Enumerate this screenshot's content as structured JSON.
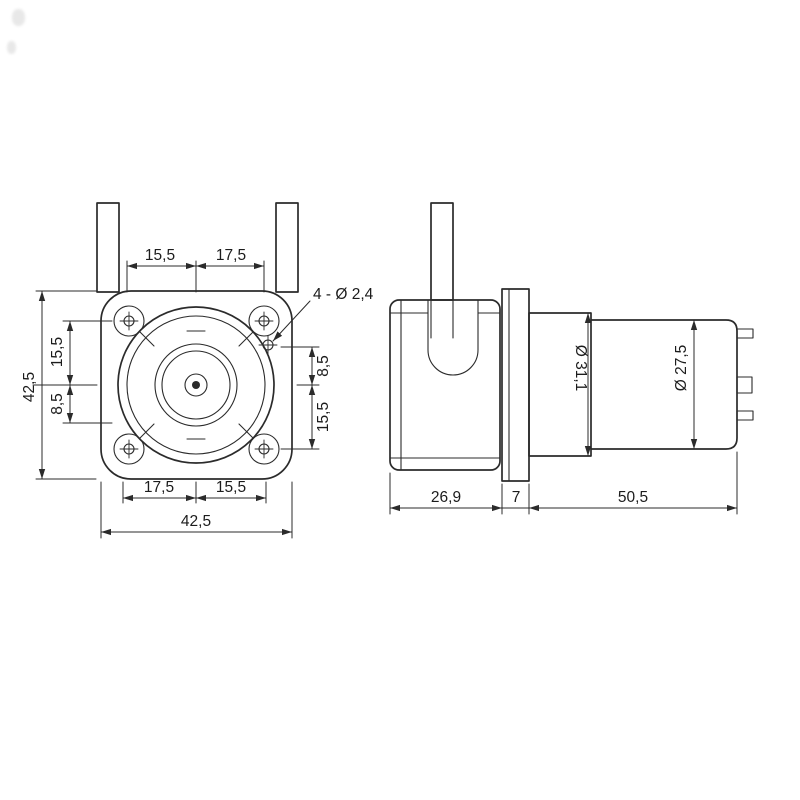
{
  "colors": {
    "line": "#2b2b2b",
    "text": "#1c1c1c",
    "background": "#ffffff"
  },
  "front_view": {
    "dim_top_left": "15,5",
    "dim_top_right": "17,5",
    "hole_callout": "4 - Ø 2,4",
    "dim_height_overall": "42,5",
    "dim_left_upper": "15,5",
    "dim_left_lower": "8,5",
    "dim_right_upper": "8,5",
    "dim_right_lower": "15,5",
    "dim_bottom_left": "17,5",
    "dim_bottom_right": "15,5",
    "dim_width_overall": "42,5"
  },
  "side_view": {
    "dim_gearbox_diameter": "Ø 31,1",
    "dim_motor_diameter": "Ø 27,5",
    "dim_pump_head_depth": "26,9",
    "dim_plate_thickness": "7",
    "dim_motor_length": "50,5"
  }
}
